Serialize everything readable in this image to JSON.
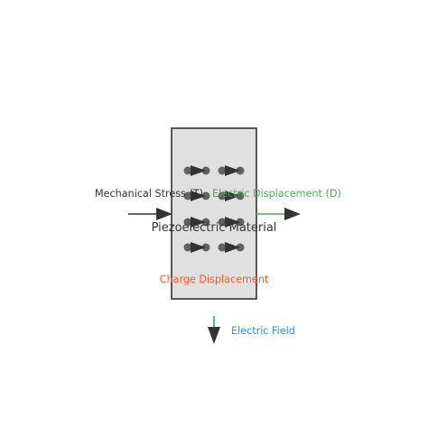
{
  "labels": {
    "material": "Piezoelectric Material",
    "stress": "Mechanical Stress (T)",
    "displacement": "Electric Displacement (D)",
    "charge": "Charge Displacement",
    "field": "Electric Field"
  },
  "colors": {
    "material_fill": "#e0e0e0",
    "material_stroke": "#333333",
    "stress_color": "#333333",
    "displacement_color": "#4caf50",
    "charge_color": "#ff5722",
    "field_color": "#2196f3",
    "dipole_color": "#616161",
    "arrowhead_color": "#333333"
  },
  "icons": {
    "dipole": "dipole-arrow-icon",
    "arrowhead": "triangle-arrowhead-icon"
  }
}
